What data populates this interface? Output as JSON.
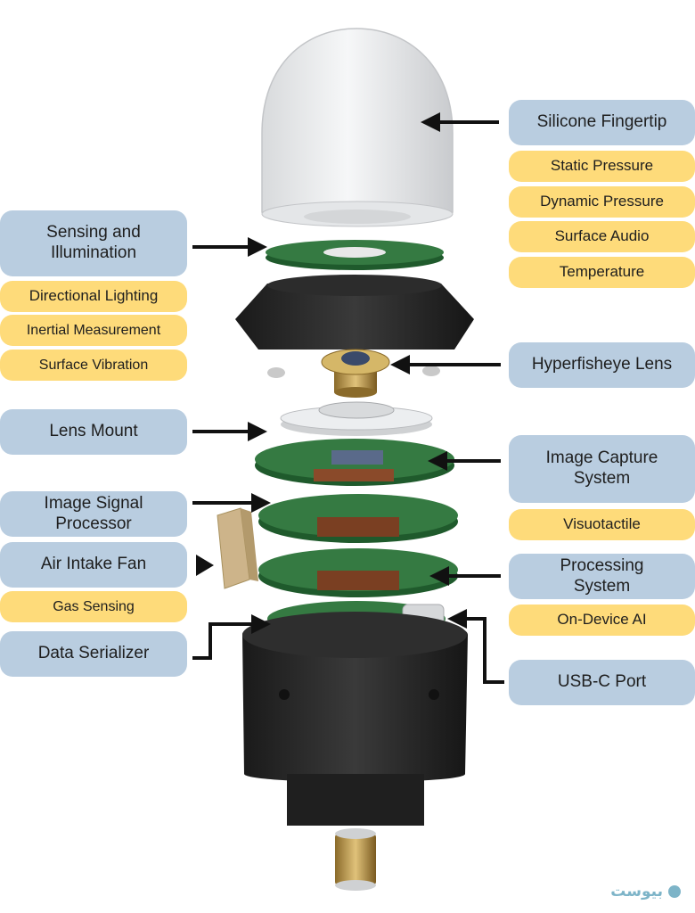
{
  "right_labels": {
    "silicone_fingertip": "Silicone Fingertip",
    "static_pressure": "Static Pressure",
    "dynamic_pressure": "Dynamic Pressure",
    "surface_audio": "Surface Audio",
    "temperature": "Temperature",
    "hyperfisheye_lens": "Hyperfisheye Lens",
    "image_capture_system": "Image Capture System",
    "visuotactile": "Visuotactile",
    "processing_system": "Processing System",
    "on_device_ai": "On-Device AI",
    "usb_c_port": "USB-C Port"
  },
  "left_labels": {
    "sensing_illumination": "Sensing and Illumination",
    "directional_lighting": "Directional Lighting",
    "inertial_measurement": "Inertial Measurement",
    "surface_vibration": "Surface Vibration",
    "lens_mount": "Lens Mount",
    "image_signal_processor": "Image Signal Processor",
    "air_intake_fan": "Air Intake Fan",
    "gas_sensing": "Gas Sensing",
    "data_serializer": "Data Serializer"
  },
  "watermark": "بیوست",
  "colors": {
    "blue_label": "#b9cde0",
    "yellow_label": "#fedb7a",
    "pcb_green": "#2f6e3a",
    "housing_black": "#262626",
    "fan_tan": "#cdb48a"
  }
}
